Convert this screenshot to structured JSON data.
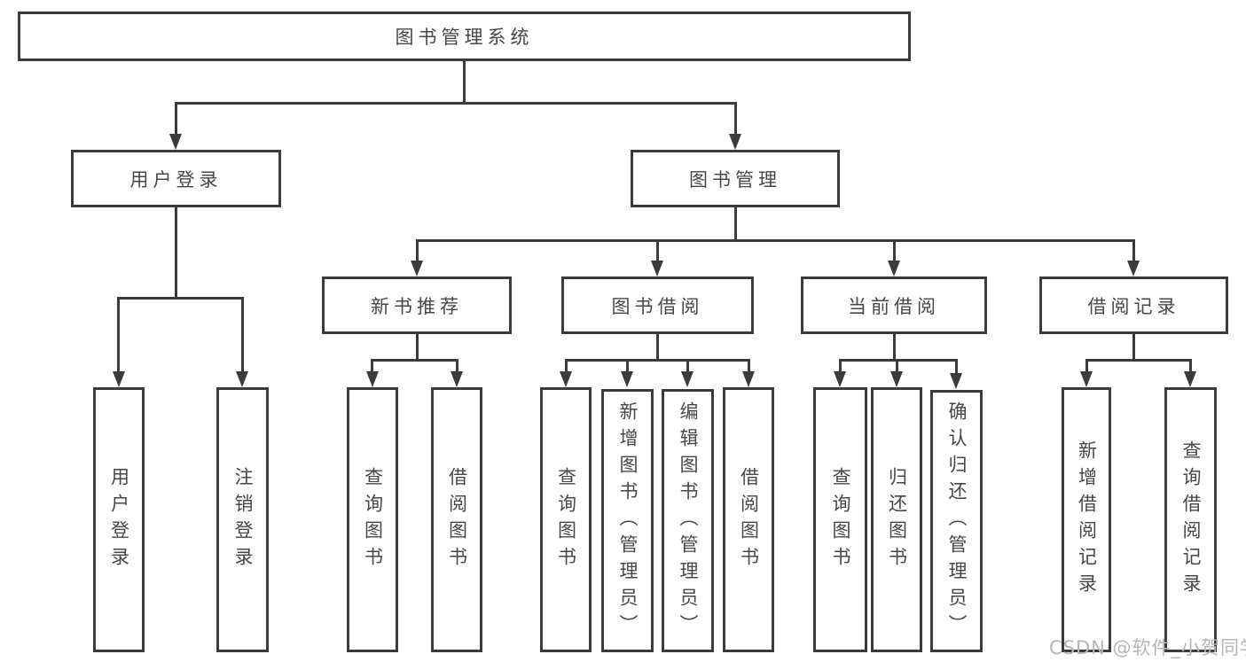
{
  "title": "图书管理系统",
  "tree": {
    "root": {
      "label": "图书管理系统"
    },
    "branches": [
      {
        "label": "用户登录",
        "children": [
          {
            "label": "用户登录"
          },
          {
            "label": "注销登录"
          }
        ]
      },
      {
        "label": "图书管理",
        "children": [
          {
            "label": "新书推荐",
            "children": [
              {
                "label": "查询图书"
              },
              {
                "label": "借阅图书"
              }
            ]
          },
          {
            "label": "图书借阅",
            "children": [
              {
                "label": "查询图书"
              },
              {
                "label": "新增图书（管理员）"
              },
              {
                "label": "编辑图书（管理员）"
              },
              {
                "label": "借阅图书"
              }
            ]
          },
          {
            "label": "当前借阅",
            "children": [
              {
                "label": "查询图书"
              },
              {
                "label": "归还图书"
              },
              {
                "label": "确认归还（管理员）"
              }
            ]
          },
          {
            "label": "借阅记录",
            "children": [
              {
                "label": "新增借阅记录"
              },
              {
                "label": "查询借阅记录"
              }
            ]
          }
        ]
      }
    ]
  },
  "watermark": {
    "text": "CSDN @软件_小贺同学"
  },
  "colors": {
    "line": "#3b3b3b",
    "box_border": "#3b3b3b",
    "text": "#474747",
    "background": "#ffffff",
    "watermark": "#b7b5b7"
  }
}
